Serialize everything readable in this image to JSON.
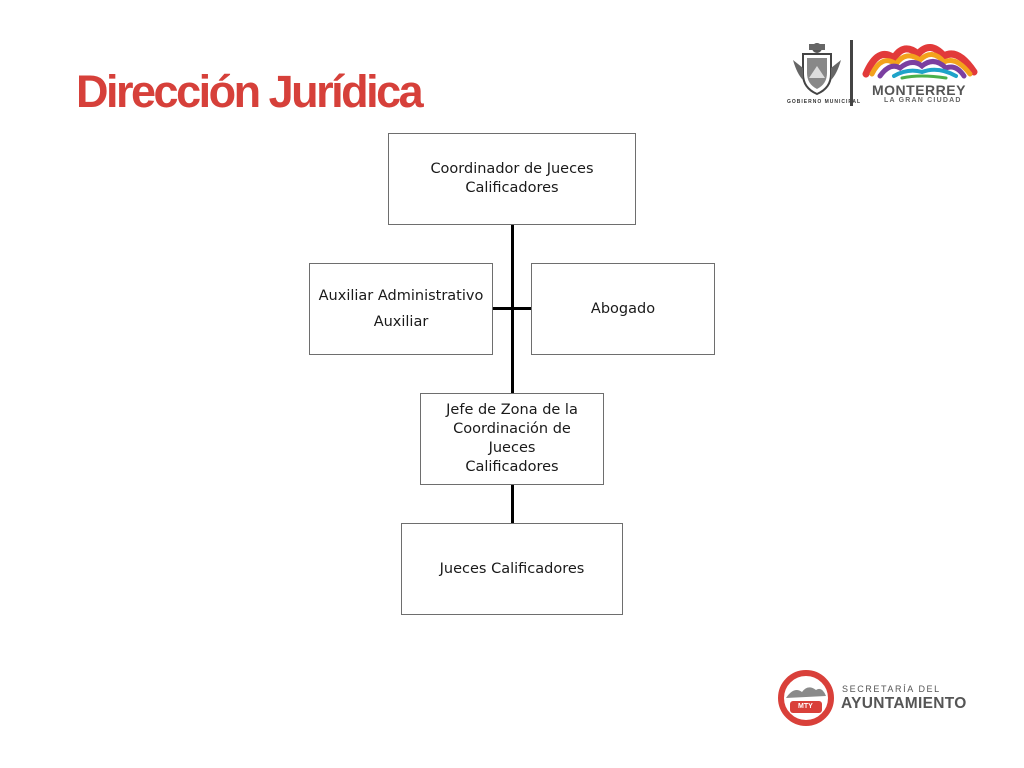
{
  "slide": {
    "title": "Dirección Jurídica"
  },
  "org_chart": {
    "coordinator": [
      "Coordinador de Jueces",
      "Calificadores"
    ],
    "admin": [
      "Auxiliar Administrativo",
      "Auxiliar"
    ],
    "lawyer": [
      "Abogado"
    ],
    "zone_chief": [
      "Jefe de Zona de la",
      "Coordinación de Jueces",
      "Calificadores"
    ],
    "judges": [
      "Jueces Calificadores"
    ]
  },
  "header_logos": {
    "municipal_caption": "GOBIERNO MUNICIPAL",
    "city_name": "MONTERREY",
    "city_tagline": "LA GRAN CIUDAD"
  },
  "footer_logo": {
    "badge_text": "MTY",
    "line1": "SECRETARÍA DEL",
    "line2": "AYUNTAMIENTO"
  },
  "colors": {
    "title_red": "#d6403a",
    "ring_red": "#d9403a",
    "brand_gray": "#555555"
  }
}
